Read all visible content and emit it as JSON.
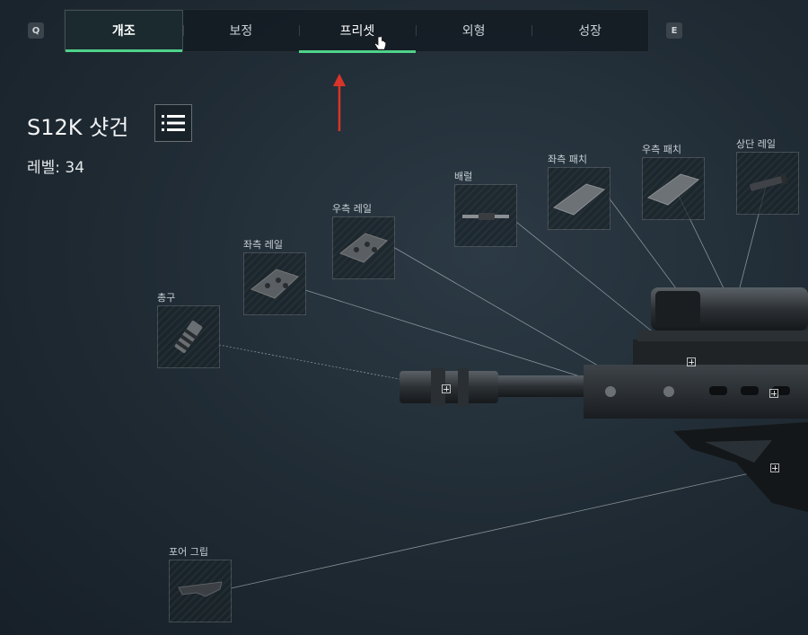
{
  "nav": {
    "left_key": "Q",
    "right_key": "E",
    "tabs": [
      {
        "label": "개조",
        "active": true
      },
      {
        "label": "보정",
        "active": false
      },
      {
        "label": "프리셋",
        "active": false,
        "hovered": true
      },
      {
        "label": "외형",
        "active": false
      },
      {
        "label": "성장",
        "active": false
      }
    ]
  },
  "weapon": {
    "name": "S12K 샷건",
    "level": "레벨: 34",
    "list_icon": "list-icon"
  },
  "slots": [
    {
      "label": "총구",
      "icon": "muzzle-icon"
    },
    {
      "label": "좌측 레일",
      "icon": "rail-icon"
    },
    {
      "label": "우측 레일",
      "icon": "rail-icon"
    },
    {
      "label": "배럴",
      "icon": "barrel-icon"
    },
    {
      "label": "좌측 패치",
      "icon": "patch-icon"
    },
    {
      "label": "우측 패치",
      "icon": "patch-icon"
    },
    {
      "label": "상단 레일",
      "icon": "top-rail-icon"
    },
    {
      "label": "포어 그립",
      "icon": "foregrip-icon"
    }
  ],
  "colors": {
    "accent": "#4fd28a",
    "annotation_arrow": "#d9342b"
  }
}
